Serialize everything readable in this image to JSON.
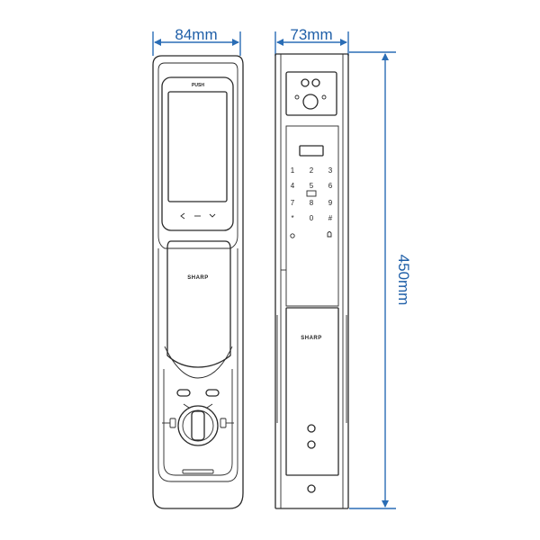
{
  "dimensions": {
    "front_width": "84mm",
    "side_width": "73mm",
    "height": "450mm"
  },
  "front_panel": {
    "push_label": "PUSH",
    "brand": "SHARP",
    "nav_icons": [
      "chevron-left-icon",
      "minus-icon",
      "chevron-down-icon"
    ]
  },
  "side_panel": {
    "brand": "SHARP",
    "keypad": [
      "1",
      "2",
      "3",
      "4",
      "5",
      "6",
      "7",
      "8",
      "9",
      "*",
      "0",
      "#"
    ]
  },
  "colors": {
    "dimension_blue": "#2a6db5",
    "outline": "#2a2a2a"
  }
}
